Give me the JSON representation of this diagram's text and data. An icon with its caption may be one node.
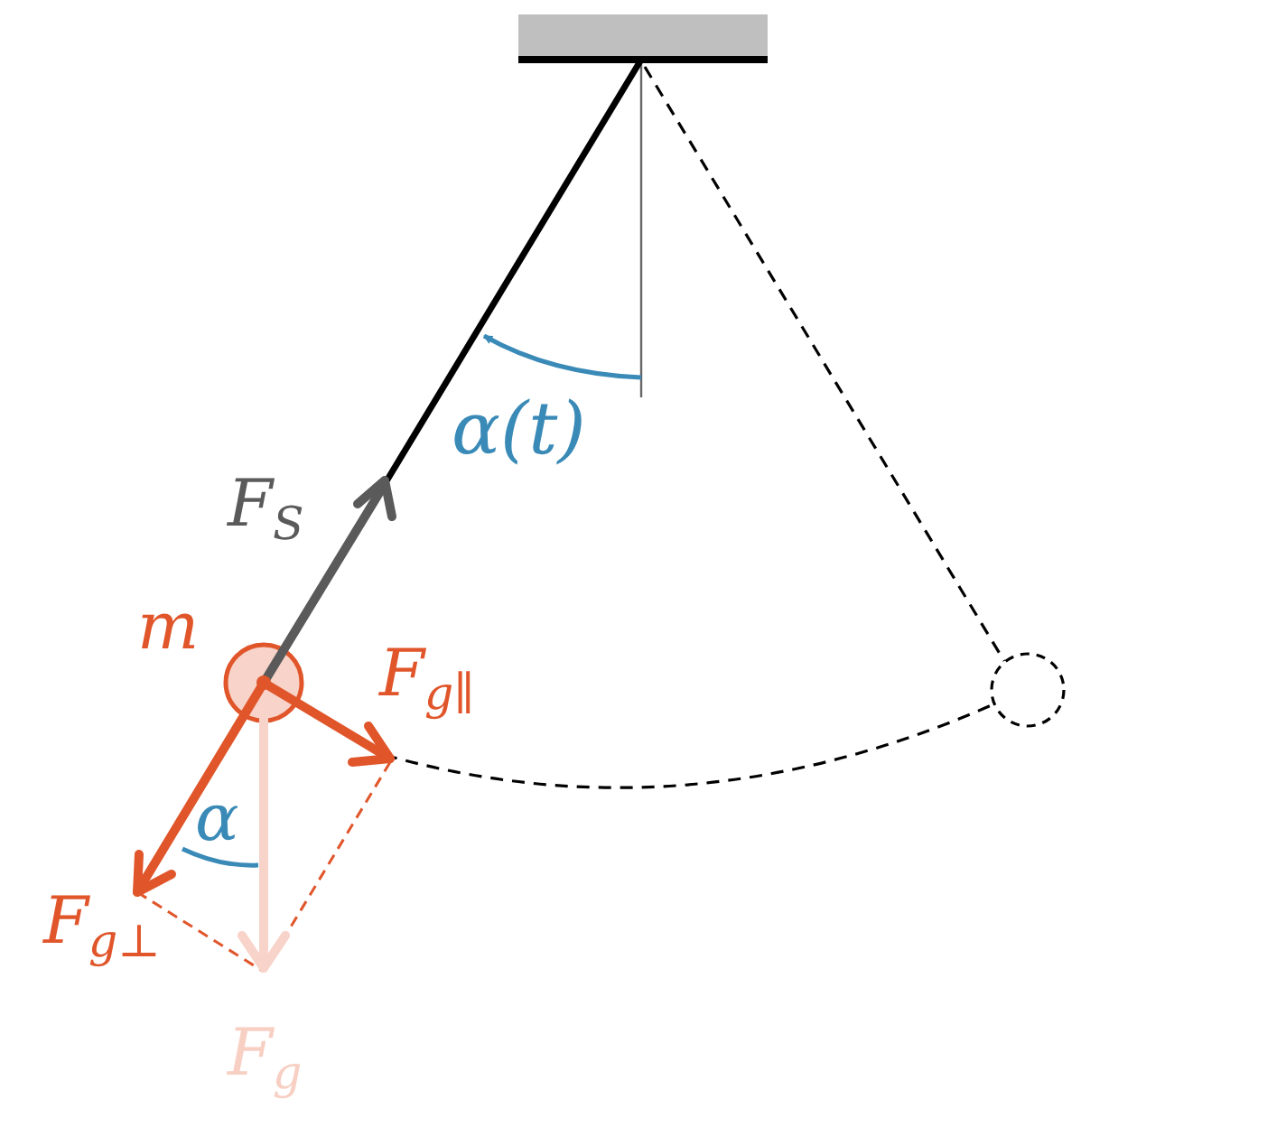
{
  "diagram": {
    "labels": [
      "α(t)",
      "F$_{S}$",
      "m",
      "F$_{g∥}$",
      "α",
      "F$_{g⊥}$",
      "F$_{g}$"
    ]
  }
}
